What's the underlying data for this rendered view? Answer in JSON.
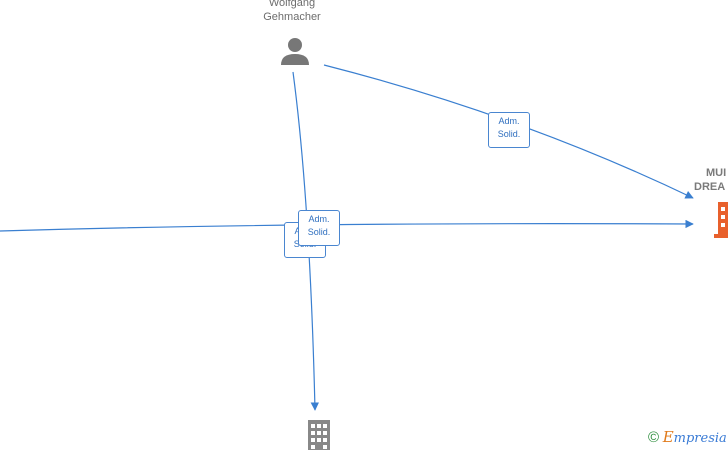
{
  "nodes": {
    "person": {
      "name_line1": "Wolfgang",
      "name_line2": "Gehmacher",
      "icon": "person-icon",
      "color": "#777777"
    },
    "company_right": {
      "name_line1": "MUI",
      "name_line2": "DREA",
      "icon": "building-icon",
      "color": "#e8602c"
    },
    "company_bottom": {
      "icon": "building-icon",
      "color": "#888888"
    }
  },
  "edges": [
    {
      "line1": "Adm.",
      "line2": "Solid."
    },
    {
      "line1": "Adm.",
      "line2": "Solid."
    },
    {
      "line1": "Adm.",
      "line2": "Solid."
    }
  ],
  "edge_color": "#3a7fd0",
  "watermark": {
    "copyright": "©",
    "brand_initial": "E",
    "brand_rest": "mpresia"
  }
}
